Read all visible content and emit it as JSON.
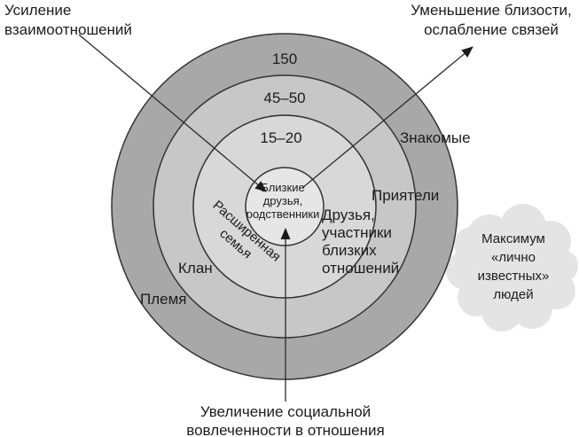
{
  "colors": {
    "background": "#ffffff",
    "ring_outer": "#a8a8a8",
    "ring_middle": "#c7c7c7",
    "ring_inner": "#d8d8d8",
    "core": "#e6e6e6",
    "cloud": "#e4e4e4",
    "stroke": "#333333"
  },
  "annotations": {
    "strengthening": "Усиление\nвзаимоотношений",
    "weakening": "Уменьшение близости,\nослабление связей",
    "involvement": "Увеличение социальной\nвовлеченности в отношения",
    "cloud": "Максимум\n«лично\nизвестных»\nлюдей"
  },
  "rings": {
    "outer": {
      "count": "150",
      "zone": "Знакомые",
      "group": "Племя"
    },
    "middle": {
      "count": "45–50",
      "zone": "Приятели",
      "group": "Клан"
    },
    "inner": {
      "count": "15–20",
      "zone": "Друзья,\nучастники\nблизких\nотношений",
      "group": "Расширенная\nсемья"
    },
    "core": {
      "label": "Близкие\nдрузья,\nродственники"
    }
  }
}
